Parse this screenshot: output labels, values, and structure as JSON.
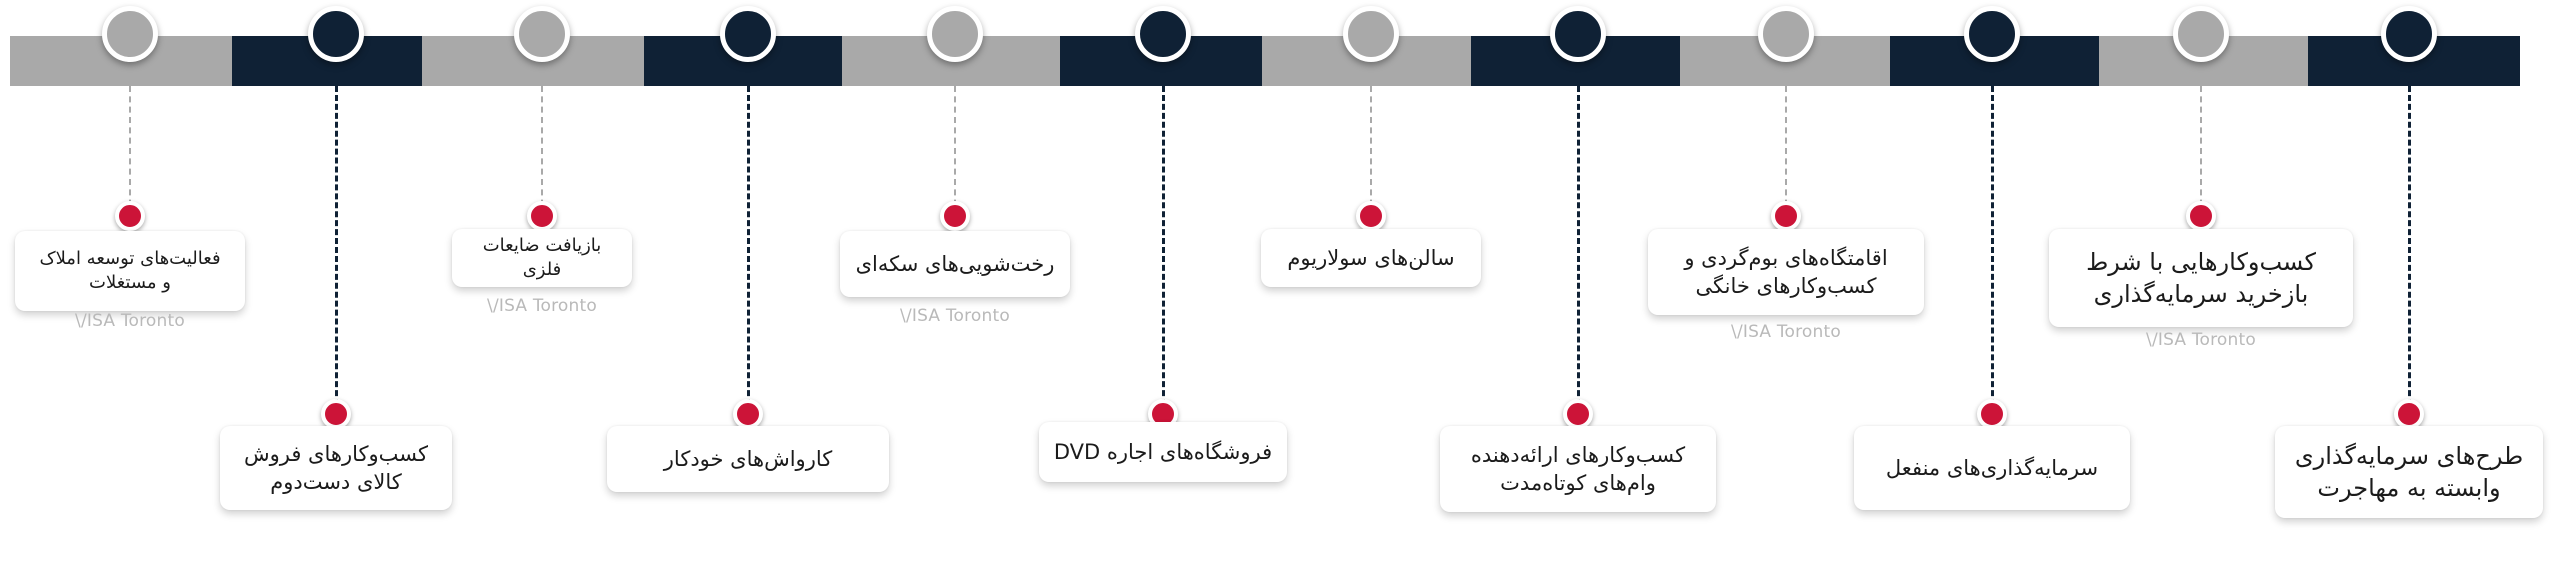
{
  "colors": {
    "gray": "#a9a9a9",
    "navy": "#0f2135",
    "accent": "#cc1438"
  },
  "watermark_text": "\\/ISA Toronto",
  "items": [
    {
      "label": "فعالیت‌های توسعه املاک\nو مستغلات",
      "color": "gray",
      "position": "top",
      "watermark": true
    },
    {
      "label": "کسب‌وکارهای فروش\nکالای دست‌دوم",
      "color": "navy",
      "position": "bottom",
      "watermark": false
    },
    {
      "label": "بازیافت ضایعات فلزی",
      "color": "gray",
      "position": "top",
      "watermark": true
    },
    {
      "label": "کارواش‌های خودکار",
      "color": "navy",
      "position": "bottom",
      "watermark": false
    },
    {
      "label": "رخت‌شویی‌های سکه‌ای",
      "color": "gray",
      "position": "top",
      "watermark": true
    },
    {
      "label": "فروشگاه‌های اجاره DVD",
      "color": "navy",
      "position": "bottom",
      "watermark": false
    },
    {
      "label": "سالن‌های سولاریوم",
      "color": "gray",
      "position": "top",
      "watermark": false
    },
    {
      "label": "کسب‌وکارهای ارائه‌دهنده\nوام‌های کوتاه‌مدت",
      "color": "navy",
      "position": "bottom",
      "watermark": false
    },
    {
      "label": "اقامتگاه‌های بوم‌گردی و\nکسب‌وکارهای خانگی",
      "color": "gray",
      "position": "top",
      "watermark": true
    },
    {
      "label": "سرمایه‌گذاری‌های منفعل",
      "color": "navy",
      "position": "bottom",
      "watermark": false
    },
    {
      "label": "کسب‌وکارهایی با شرط\nبازخرید سرمایه‌گذاری",
      "color": "gray",
      "position": "top",
      "watermark": true
    },
    {
      "label": "طرح‌های سرمایه‌گذاری\nوابسته به مهاجرت",
      "color": "navy",
      "position": "bottom",
      "watermark": false
    }
  ]
}
